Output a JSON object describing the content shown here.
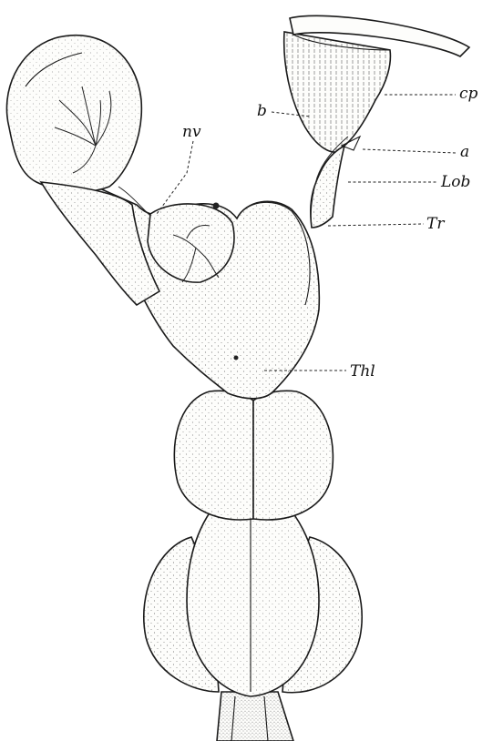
{
  "figure": {
    "labels": {
      "nv": "nv",
      "b": "b",
      "cp": "cp",
      "a": "a",
      "lob": "Lob",
      "tr": "Tr",
      "thl": "Thl"
    },
    "colors": {
      "ink": "#1a1a1a",
      "paper": "#ffffff"
    }
  }
}
